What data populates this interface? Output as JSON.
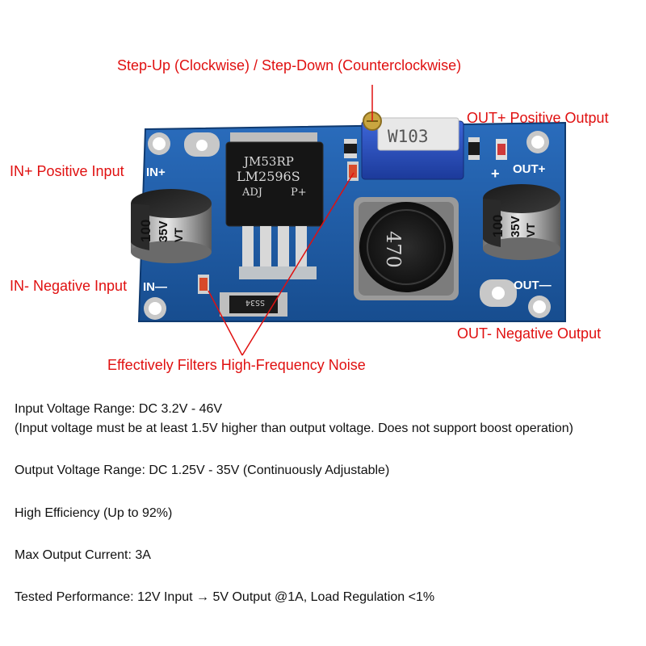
{
  "callouts": {
    "adjust": "Step-Up (Clockwise) / Step-Down (Counterclockwise)",
    "out_pos": "OUT+ Positive Output",
    "in_pos": "IN+ Positive Input",
    "in_neg": "IN- Negative Input",
    "out_neg": "OUT- Negative Output",
    "filter": "Effectively Filters High-Frequency Noise"
  },
  "board": {
    "silk_in_plus": "IN+",
    "silk_in_minus": "IN—",
    "silk_out_plus": "OUT+",
    "silk_out_minus": "OUT—",
    "silk_plus": "+",
    "ic_line1": "JM53RP",
    "ic_line2": "LM2596S",
    "ic_line3": "ADJ",
    "ic_line4": "P+",
    "pot_label": "W103",
    "inductor_label": "470",
    "cap_left_value": "100",
    "cap_left_voltage": "35V",
    "cap_left_series": "VT",
    "cap_right_value": "100",
    "cap_right_voltage": "35V",
    "cap_right_series": "VT",
    "diode_label": "SS34",
    "colors": {
      "pcb": "#1f5fa8",
      "callout_red": "#e01010",
      "pot_blue": "#2a4fc0"
    }
  },
  "specs": {
    "input_range": "Input Voltage Range: DC 3.2V - 46V",
    "input_note": "(Input voltage must be at least 1.5V higher than output voltage. Does not support boost operation)",
    "output_range": "Output Voltage Range: DC 1.25V - 35V (Continuously Adjustable)",
    "efficiency": "High Efficiency (Up to 92%)",
    "max_current": "Max Output Current: 3A",
    "tested": "Tested Performance: 12V Input → 5V Output @1A, Load Regulation <1%"
  }
}
